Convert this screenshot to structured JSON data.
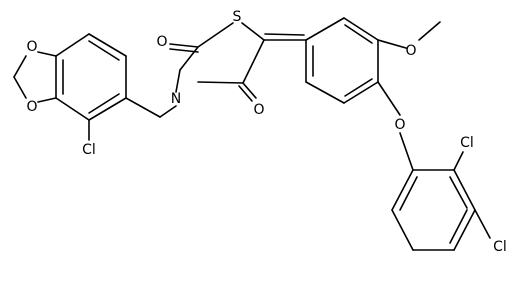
{
  "molecule": {
    "atoms": {
      "s1": "S",
      "n1": "N",
      "o_c2": "O",
      "o_c4": "O",
      "o_methoxy": "O",
      "o_ether": "O",
      "o_diox_top": "O",
      "o_diox_bot": "O",
      "cl_benzo": "Cl",
      "cl_ortho": "Cl",
      "cl_para": "Cl"
    }
  }
}
